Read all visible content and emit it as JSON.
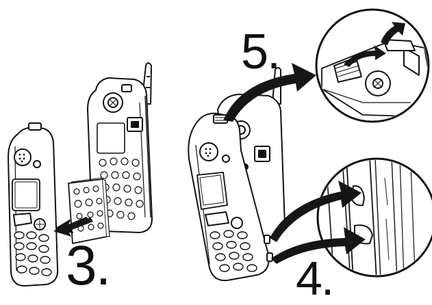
{
  "figure": {
    "background": "#ffffff",
    "ink_color": "#111111",
    "arrow_fill": "#161616"
  },
  "steps": {
    "step3": "3.",
    "step4": "4.",
    "step5": "5."
  },
  "illustrations": [
    {
      "id": "phone-front-cover",
      "icon": "phone-cover-icon"
    },
    {
      "id": "keypad-mat",
      "icon": "keypad-mat-icon"
    },
    {
      "id": "phone-chassis",
      "icon": "phone-chassis-icon"
    },
    {
      "id": "assembled-phone",
      "icon": "phone-icon"
    },
    {
      "id": "detail-top-clip",
      "icon": "magnifier-detail-icon"
    },
    {
      "id": "detail-side-catches",
      "icon": "magnifier-detail-icon"
    }
  ]
}
